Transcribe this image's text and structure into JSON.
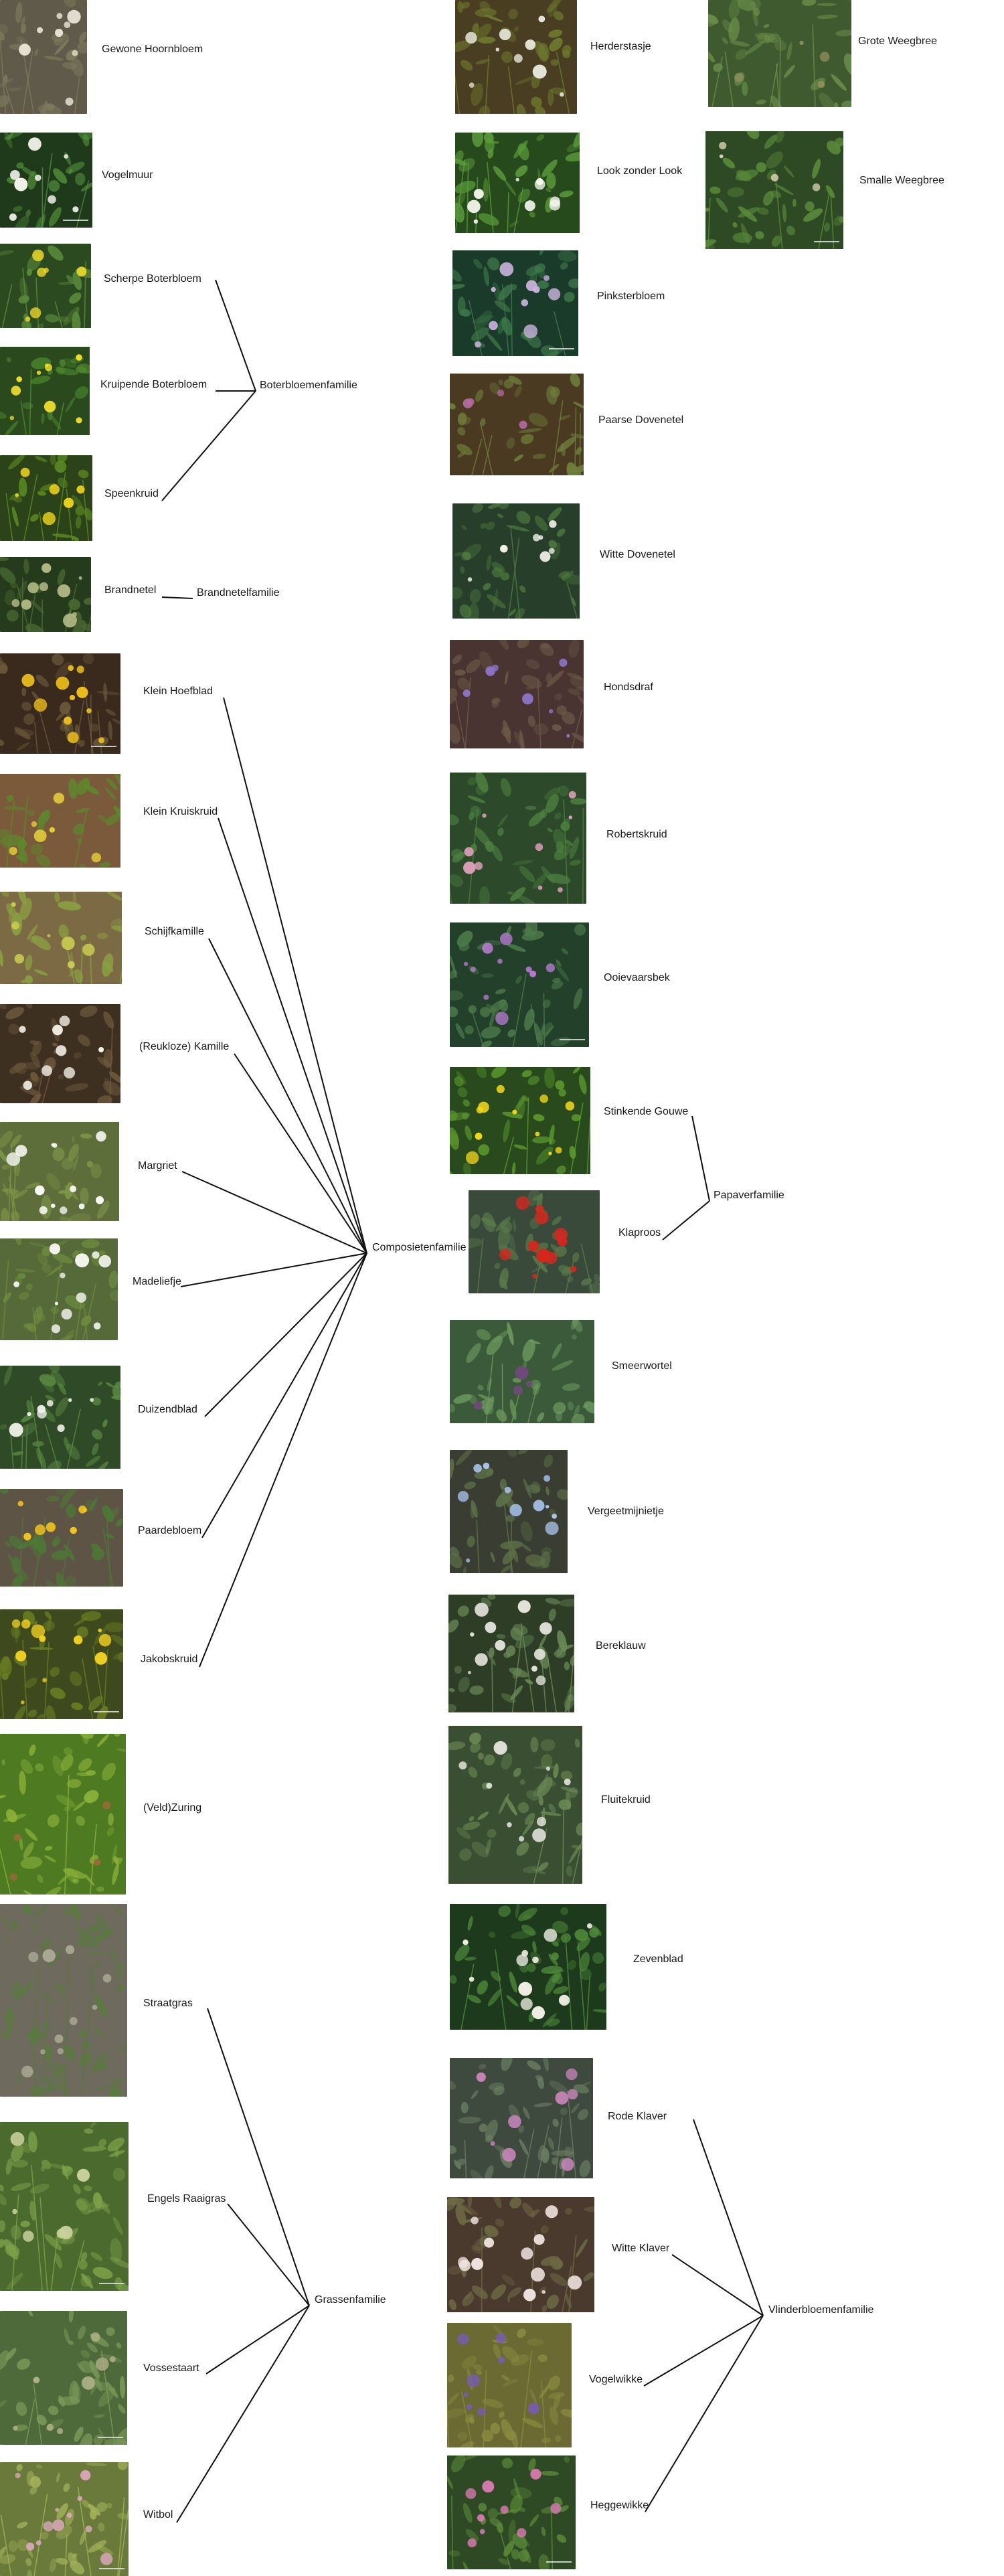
{
  "plants": [
    {
      "id": "gewone-hoornbloem",
      "name": "Gewone Hoornbloem",
      "palette": {
        "bg": "#5f5a4a",
        "leaf": "#7e7a5c",
        "flower": "#e8e3d6"
      }
    },
    {
      "id": "vogelmuur",
      "name": "Vogelmuur",
      "palette": {
        "bg": "#1f3a1a",
        "leaf": "#4f8a3a",
        "flower": "#f4f4ec"
      }
    },
    {
      "id": "scherpe-boterbloem",
      "name": "Scherpe Boterbloem",
      "palette": {
        "bg": "#2c4a20",
        "leaf": "#5c8c3c",
        "flower": "#f2dc2a"
      }
    },
    {
      "id": "kruipende-boterbloem",
      "name": "Kruipende Boterbloem",
      "palette": {
        "bg": "#2a4a1e",
        "leaf": "#4f8a2e",
        "flower": "#f5e12a"
      }
    },
    {
      "id": "speenkruid",
      "name": "Speenkruid",
      "palette": {
        "bg": "#2c4218",
        "leaf": "#5c8c22",
        "flower": "#f2d51c"
      }
    },
    {
      "id": "brandnetel",
      "name": "Brandnetel",
      "palette": {
        "bg": "#263a1c",
        "leaf": "#4e6e34",
        "flower": "#b9c08a"
      }
    },
    {
      "id": "klein-hoefblad",
      "name": "Klein Hoefblad",
      "palette": {
        "bg": "#3a2a1e",
        "leaf": "#6b5a3a",
        "flower": "#f1c21a"
      }
    },
    {
      "id": "klein-kruiskruid",
      "name": "Klein Kruiskruid",
      "palette": {
        "bg": "#7a5a3a",
        "leaf": "#5c8a2c",
        "flower": "#e8cf3a"
      }
    },
    {
      "id": "schijfkamille",
      "name": "Schijfkamille",
      "palette": {
        "bg": "#7c6a44",
        "leaf": "#8aa042",
        "flower": "#c9cc52"
      }
    },
    {
      "id": "reukloze-kamille",
      "name": "(Reukloze) Kamille",
      "palette": {
        "bg": "#3e3020",
        "leaf": "#6e5a3e",
        "flower": "#f6f3ea"
      }
    },
    {
      "id": "margriet",
      "name": "Margriet",
      "palette": {
        "bg": "#5e6e3a",
        "leaf": "#7e9648",
        "flower": "#fbfbf6"
      }
    },
    {
      "id": "madeliefje",
      "name": "Madeliefje",
      "palette": {
        "bg": "#556a38",
        "leaf": "#6e8c3e",
        "flower": "#f8f8f2"
      }
    },
    {
      "id": "duizendblad",
      "name": "Duizendblad",
      "palette": {
        "bg": "#2e4a26",
        "leaf": "#5b8a42",
        "flower": "#f2f2ea"
      }
    },
    {
      "id": "paardebloem",
      "name": "Paardebloem",
      "palette": {
        "bg": "#5e5446",
        "leaf": "#4c7a34",
        "flower": "#f4c81a"
      }
    },
    {
      "id": "jakobskruid",
      "name": "Jakobskruid",
      "palette": {
        "bg": "#3e4a1e",
        "leaf": "#6a7e22",
        "flower": "#f2d220"
      }
    },
    {
      "id": "veld-zuring",
      "name": "(Veld)Zuring",
      "palette": {
        "bg": "#4e7a22",
        "leaf": "#8cb23a",
        "flower": "#9c6a3a"
      }
    },
    {
      "id": "straatgras",
      "name": "Straatgras",
      "palette": {
        "bg": "#6e6a5e",
        "leaf": "#5a7a3e",
        "flower": "#a8a894"
      }
    },
    {
      "id": "engels-raaigras",
      "name": "Engels Raaigras",
      "palette": {
        "bg": "#4a6a2e",
        "leaf": "#7ea24a",
        "flower": "#c8d09a"
      }
    },
    {
      "id": "vossestaart",
      "name": "Vossestaart",
      "palette": {
        "bg": "#4e6a3a",
        "leaf": "#7c9a5a",
        "flower": "#b4b48a"
      }
    },
    {
      "id": "witbol",
      "name": "Witbol",
      "palette": {
        "bg": "#6a7a3a",
        "leaf": "#a4b25a",
        "flower": "#d8a8b8"
      }
    },
    {
      "id": "herderstasje",
      "name": "Herderstasje",
      "palette": {
        "bg": "#4a3e22",
        "leaf": "#6e7a2e",
        "flower": "#e6e6da"
      }
    },
    {
      "id": "look-zonder-look",
      "name": "Look zonder Look",
      "palette": {
        "bg": "#274a1c",
        "leaf": "#5a9a3a",
        "flower": "#f6f6ee"
      }
    },
    {
      "id": "pinksterbloem",
      "name": "Pinksterbloem",
      "palette": {
        "bg": "#1a3a2a",
        "leaf": "#3e7a4a",
        "flower": "#c9b2dc"
      }
    },
    {
      "id": "paarse-dovenetel",
      "name": "Paarse Dovenetel",
      "palette": {
        "bg": "#4a3a22",
        "leaf": "#6e7e3a",
        "flower": "#b46aa0"
      }
    },
    {
      "id": "witte-dovenetel",
      "name": "Witte Dovenetel",
      "palette": {
        "bg": "#263e2a",
        "leaf": "#4e7a3e",
        "flower": "#f2f2ea"
      }
    },
    {
      "id": "hondsdraf",
      "name": "Hondsdraf",
      "palette": {
        "bg": "#4a3432",
        "leaf": "#6e5a48",
        "flower": "#8a74c4"
      }
    },
    {
      "id": "robertskruid",
      "name": "Robertskruid",
      "palette": {
        "bg": "#2c4a2a",
        "leaf": "#4e8040",
        "flower": "#e8a6c2"
      }
    },
    {
      "id": "ooievaarsbek",
      "name": "Ooievaarsbek",
      "palette": {
        "bg": "#22402a",
        "leaf": "#4e7a4a",
        "flower": "#b67ad0"
      }
    },
    {
      "id": "stinkende-gouwe",
      "name": "Stinkende Gouwe",
      "palette": {
        "bg": "#284a1c",
        "leaf": "#5c9a2e",
        "flower": "#f6d81a"
      }
    },
    {
      "id": "klaproos",
      "name": "Klaproos",
      "palette": {
        "bg": "#3a4a3a",
        "leaf": "#5a7a4a",
        "flower": "#d8261e"
      }
    },
    {
      "id": "smeerwortel",
      "name": "Smeerwortel",
      "palette": {
        "bg": "#3a5a3a",
        "leaf": "#6e9a5e",
        "flower": "#6e4a7a"
      }
    },
    {
      "id": "vergeetmijnietje",
      "name": "Vergeetmijnietje",
      "palette": {
        "bg": "#3a3e32",
        "leaf": "#5e7248",
        "flower": "#a8c4ee"
      }
    },
    {
      "id": "bereklauw",
      "name": "Bereklauw",
      "palette": {
        "bg": "#2e3e26",
        "leaf": "#6a8a56",
        "flower": "#e4e4dc"
      }
    },
    {
      "id": "fluitekruid",
      "name": "Fluitekruid",
      "palette": {
        "bg": "#3a4e32",
        "leaf": "#6c8a54",
        "flower": "#f0f0e8"
      }
    },
    {
      "id": "zevenblad",
      "name": "Zevenblad",
      "palette": {
        "bg": "#1e3a1c",
        "leaf": "#4e8a3a",
        "flower": "#f0f0e6"
      }
    },
    {
      "id": "rode-klaver",
      "name": "Rode Klaver",
      "palette": {
        "bg": "#3e4a3e",
        "leaf": "#6a7e62",
        "flower": "#c684b8"
      }
    },
    {
      "id": "witte-klaver",
      "name": "Witte Klaver",
      "palette": {
        "bg": "#4a3a2e",
        "leaf": "#6e6a44",
        "flower": "#f0e4e0"
      }
    },
    {
      "id": "vogelwikke",
      "name": "Vogelwikke",
      "palette": {
        "bg": "#6a6a32",
        "leaf": "#8a8a40",
        "flower": "#7a5ab8"
      }
    },
    {
      "id": "heggewikke",
      "name": "Heggewikke",
      "palette": {
        "bg": "#2e4a24",
        "leaf": "#5c8a3a",
        "flower": "#d87ab0"
      }
    },
    {
      "id": "grote-weegbree",
      "name": "Grote Weegbree",
      "palette": {
        "bg": "#3e5a2e",
        "leaf": "#6a8e4a",
        "flower": "#8e8e5a"
      }
    },
    {
      "id": "smalle-weegbree",
      "name": "Smalle Weegbree",
      "palette": {
        "bg": "#2e4a24",
        "leaf": "#5a8a3a",
        "flower": "#d8d0b0"
      }
    }
  ],
  "families": [
    {
      "id": "boterbloemenfamilie",
      "name": "Boterbloemenfamilie",
      "members": [
        "scherpe-boterbloem",
        "kruipende-boterbloem",
        "speenkruid"
      ]
    },
    {
      "id": "brandnetelfamilie",
      "name": "Brandnetelfamilie",
      "members": [
        "brandnetel"
      ]
    },
    {
      "id": "composietenfamilie",
      "name": "Composietenfamilie",
      "members": [
        "klein-hoefblad",
        "klein-kruiskruid",
        "schijfkamille",
        "reukloze-kamille",
        "margriet",
        "madeliefje",
        "duizendblad",
        "paardebloem",
        "jakobskruid"
      ]
    },
    {
      "id": "grassenfamilie",
      "name": "Grassenfamilie",
      "members": [
        "straatgras",
        "engels-raaigras",
        "vossestaart",
        "witbol"
      ]
    },
    {
      "id": "papaverfamilie",
      "name": "Papaverfamilie",
      "members": [
        "stinkende-gouwe",
        "klaproos"
      ]
    },
    {
      "id": "vlinderbloemenfamilie",
      "name": "Vlinderbloemenfamilie",
      "members": [
        "rode-klaver",
        "witte-klaver",
        "vogelwikke",
        "heggewikke"
      ]
    }
  ],
  "icons": {
    "photo": "plant-photo-icon"
  }
}
